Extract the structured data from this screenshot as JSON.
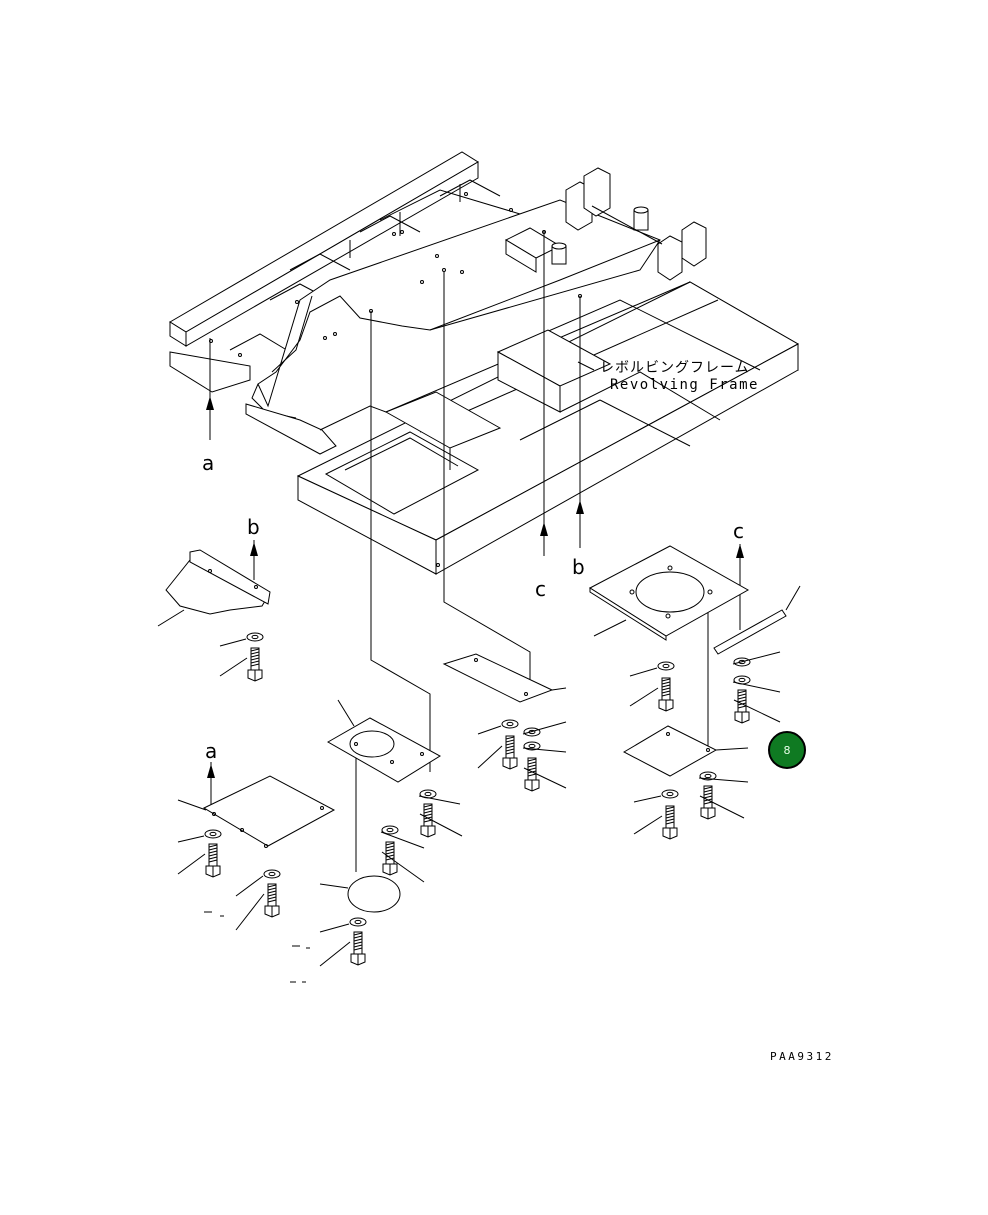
{
  "labels": {
    "frame_jp": "レボルビングフレーム",
    "frame_en": "Revolving Frame",
    "ref_a": "a",
    "ref_b": "b",
    "ref_c": "c",
    "drawing_code": "PAA9312"
  },
  "badge": {
    "text": "8",
    "color": "#0f7a22"
  }
}
